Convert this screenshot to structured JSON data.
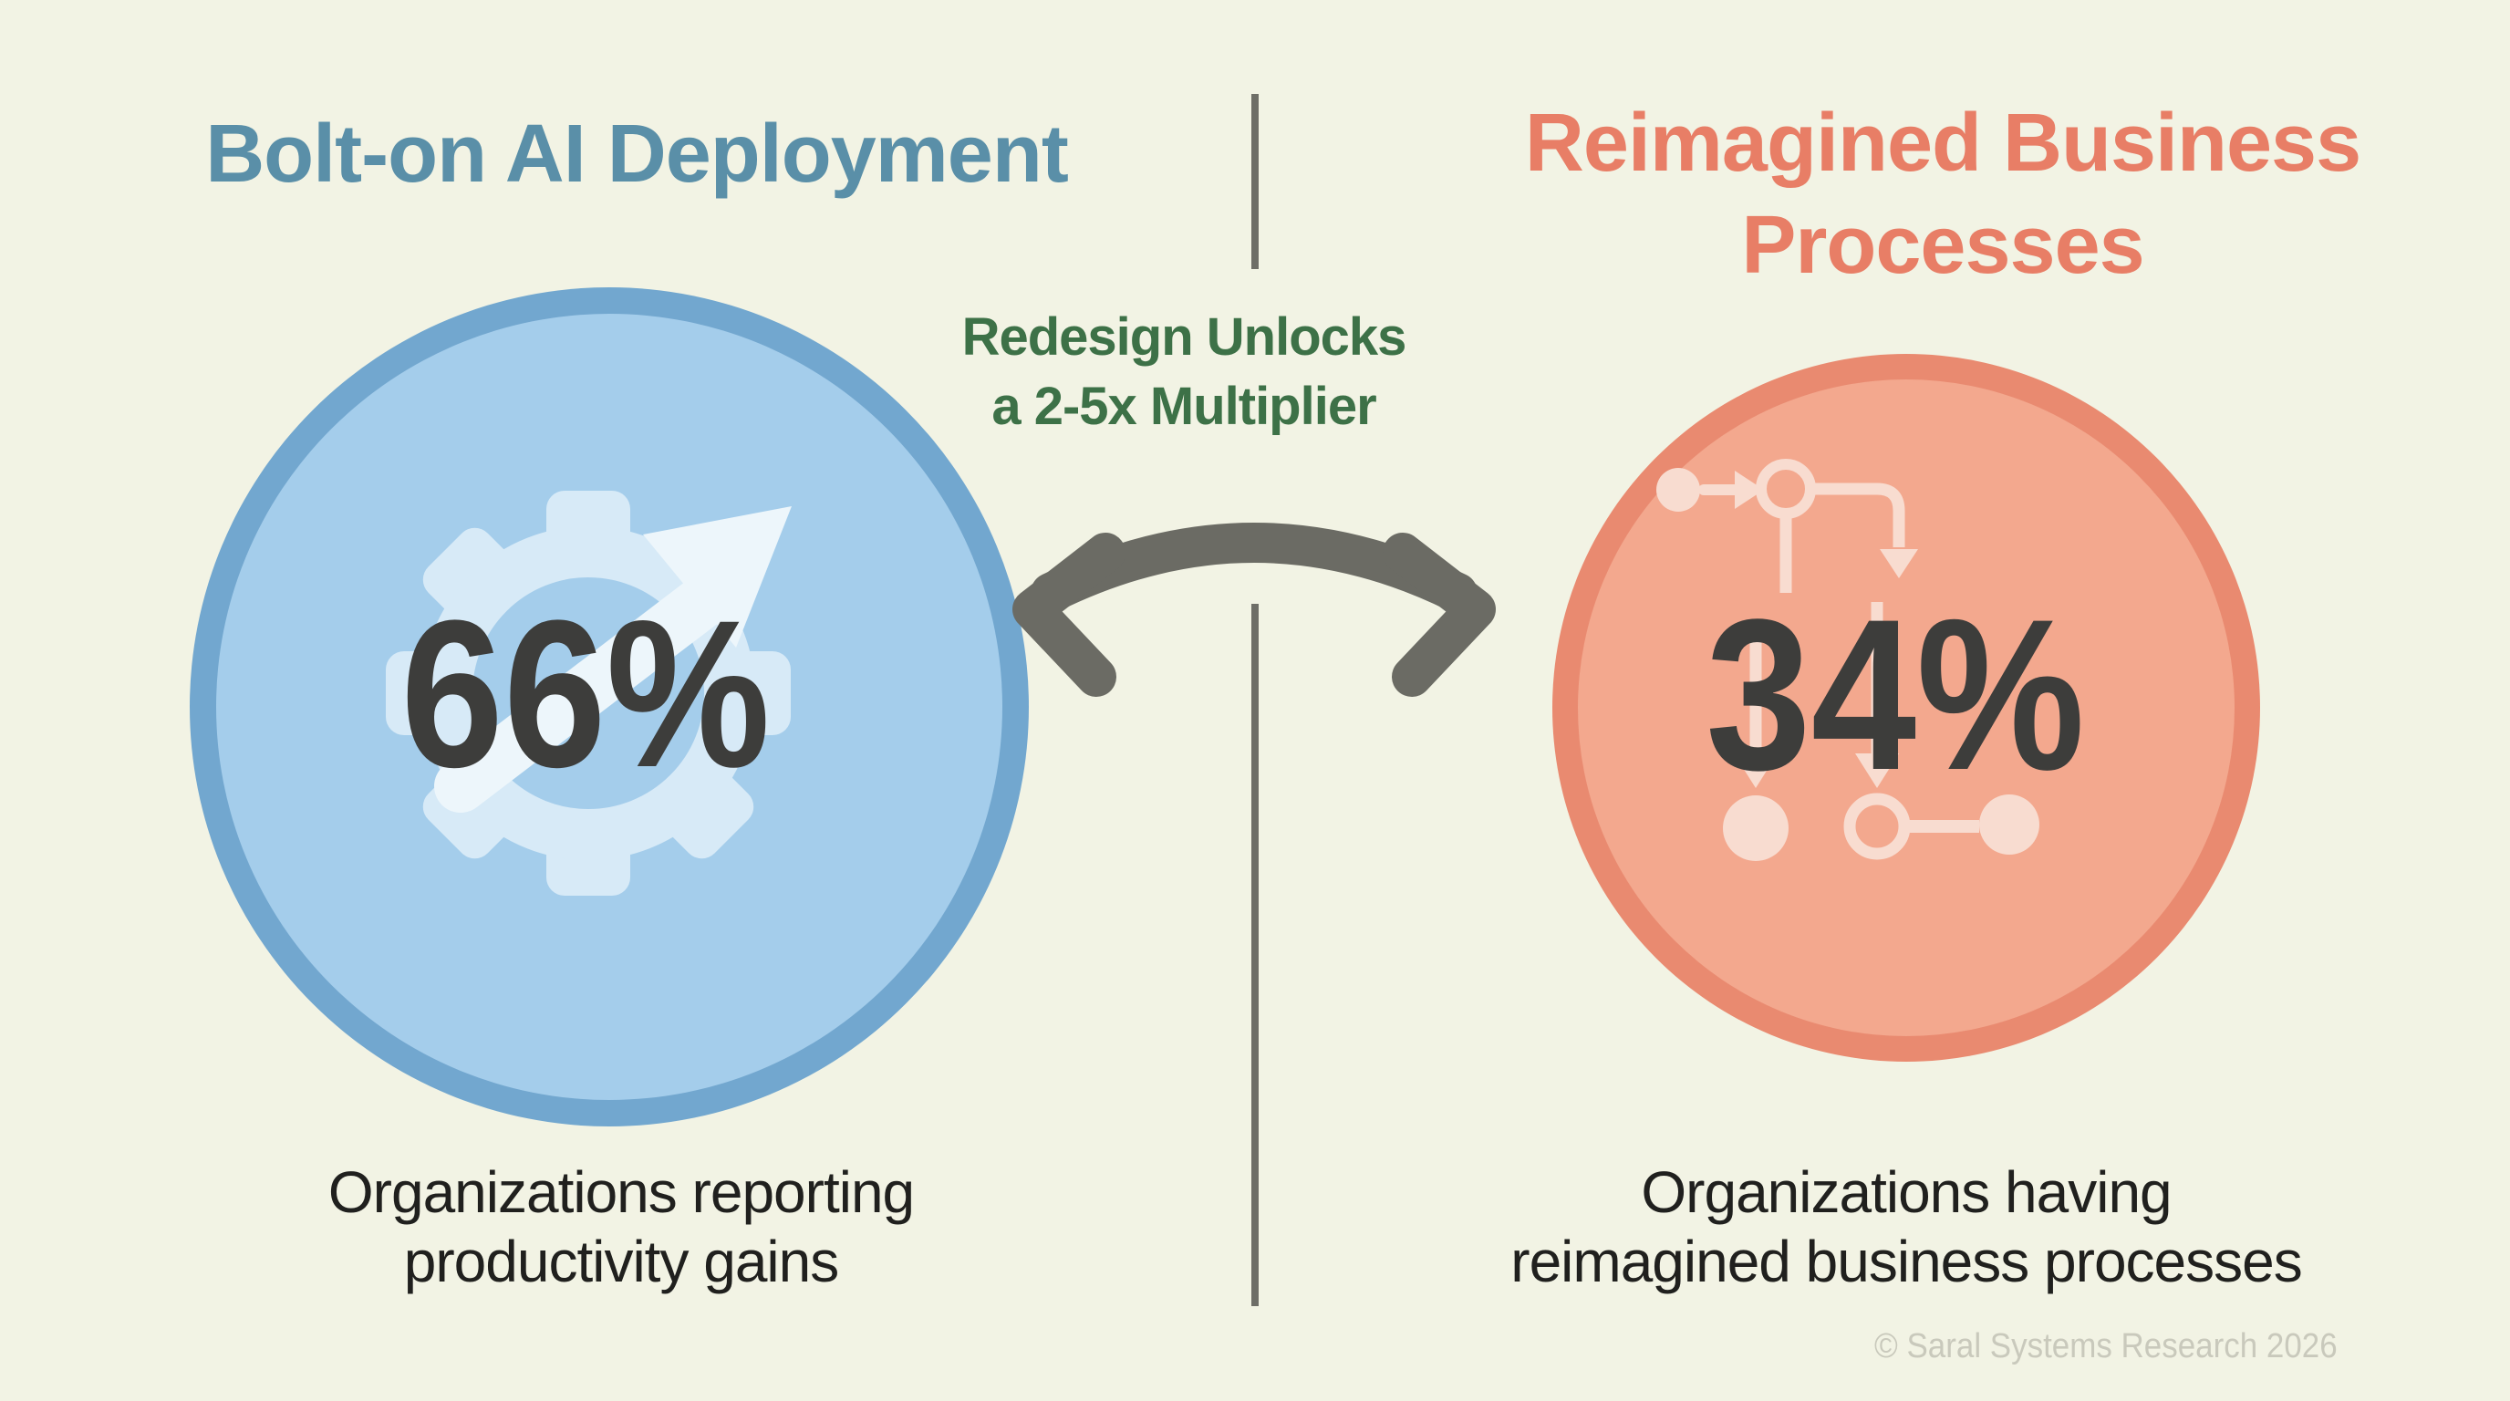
{
  "page": {
    "background_color": "#f2f3e4",
    "numbers_color": "#3d3d3b",
    "caption_color": "#20201e"
  },
  "left_panel": {
    "title": "Bolt-on AI Deployment",
    "title_color": "#5a8fa8",
    "percent": "66%",
    "caption": {
      "line1": "Organizations reporting",
      "line2": "productivity gains"
    },
    "circle": {
      "ring_color": "#72a7cf",
      "fill_color": "#a4cdeb",
      "icon": "gear-with-growth-arrow",
      "icon_color": "#d7eaf7",
      "icon_arrow_color": "#edf6fb"
    }
  },
  "right_panel": {
    "title": {
      "line1": "Reimagined Business",
      "line2": "Processes"
    },
    "title_color": "#e87e66",
    "percent": "34%",
    "caption": {
      "line1": "Organizations having",
      "line2": "reimagined business processes"
    },
    "circle": {
      "ring_color": "#e98a70",
      "fill_color": "#f3a88e",
      "icon": "process-flowchart",
      "icon_color": "#f8dcd0"
    }
  },
  "center": {
    "callout": {
      "line1": "Redesign Unlocks",
      "line2": "a 2-5x Multiplier"
    },
    "callout_color": "#3d7147",
    "arrow_icon": "curved-double-arrow",
    "arrow_color": "#6b6b64",
    "divider_color": "#6e6e67"
  },
  "footer": {
    "text": "© Saral Systems Research 2026",
    "color": "#c9c9bc"
  }
}
